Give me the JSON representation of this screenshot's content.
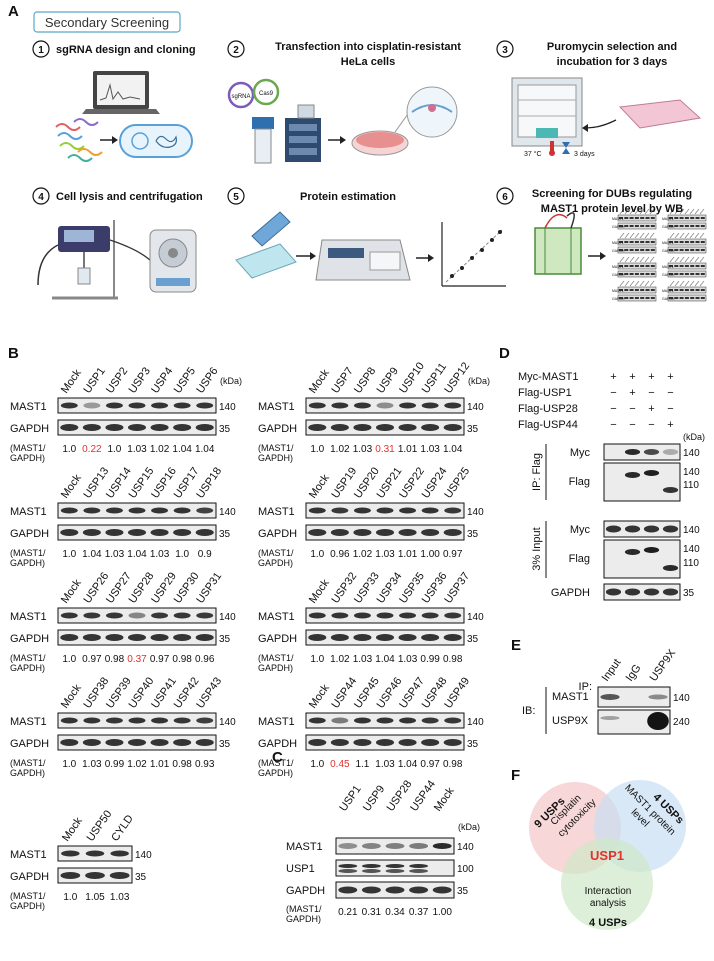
{
  "panels": {
    "A": "A",
    "B": "B",
    "C": "C",
    "D": "D",
    "E": "E",
    "F": "F"
  },
  "panelA": {
    "title": "Secondary Screening",
    "steps": [
      {
        "num": "1",
        "lines": [
          "sgRNA design and cloning"
        ]
      },
      {
        "num": "2",
        "lines": [
          "Transfection into cisplatin-resistant",
          "HeLa cells"
        ]
      },
      {
        "num": "3",
        "lines": [
          "Puromycin selection and",
          "incubation for 3 days"
        ]
      },
      {
        "num": "4",
        "lines": [
          "Cell lysis and centrifugation"
        ]
      },
      {
        "num": "5",
        "lines": [
          "Protein estimation"
        ]
      },
      {
        "num": "6",
        "lines": [
          "Screening for DUBs regulating",
          "MAST1 protein level by WB"
        ]
      }
    ],
    "icon_labels": {
      "sgRNA": "sgRNA",
      "cas9": "Cas9",
      "temp": "37 °C",
      "days": "3 days"
    },
    "wb_row_labels": [
      "MAST1",
      "GAPDH"
    ]
  },
  "panelB": {
    "kda": "(kDa)",
    "row_labels": [
      "MAST1",
      "GAPDH"
    ],
    "ratio_label": [
      "(MAST1/",
      "GAPDH)"
    ],
    "mw": [
      "140",
      "35"
    ],
    "blots": [
      {
        "lanes": [
          "Mock",
          "USP1",
          "USP2",
          "USP3",
          "USP4",
          "USP5",
          "USP6"
        ],
        "ratios": [
          "1.0",
          "0.22",
          "1.0",
          "1.03",
          "1.02",
          "1.04",
          "1.04"
        ],
        "hits": [
          1
        ]
      },
      {
        "lanes": [
          "Mock",
          "USP7",
          "USP8",
          "USP9",
          "USP10",
          "USP11",
          "USP12"
        ],
        "ratios": [
          "1.0",
          "1.02",
          "1.03",
          "0.31",
          "1.01",
          "1.03",
          "1.04"
        ],
        "hits": [
          3
        ]
      },
      {
        "lanes": [
          "Mock",
          "USP13",
          "USP14",
          "USP15",
          "USP16",
          "USP17",
          "USP18"
        ],
        "ratios": [
          "1.0",
          "1.04",
          "1.03",
          "1.04",
          "1.03",
          "1.0",
          "0.9"
        ],
        "hits": []
      },
      {
        "lanes": [
          "Mock",
          "USP19",
          "USP20",
          "USP21",
          "USP22",
          "USP24",
          "USP25"
        ],
        "ratios": [
          "1.0",
          "0.96",
          "1.02",
          "1.03",
          "1.01",
          "1.00",
          "0.97"
        ],
        "hits": []
      },
      {
        "lanes": [
          "Mock",
          "USP26",
          "USP27",
          "USP28",
          "USP29",
          "USP30",
          "USP31"
        ],
        "ratios": [
          "1.0",
          "0.97",
          "0.98",
          "0.37",
          "0.97",
          "0.98",
          "0.96"
        ],
        "hits": [
          3
        ]
      },
      {
        "lanes": [
          "Mock",
          "USP32",
          "USP33",
          "USP34",
          "USP35",
          "USP36",
          "USP37"
        ],
        "ratios": [
          "1.0",
          "1.02",
          "1.03",
          "1.04",
          "1.03",
          "0.99",
          "0.98"
        ],
        "hits": []
      },
      {
        "lanes": [
          "Mock",
          "USP38",
          "USP39",
          "USP40",
          "USP41",
          "USP42",
          "USP43"
        ],
        "ratios": [
          "1.0",
          "1.03",
          "0.99",
          "1.02",
          "1.01",
          "0.98",
          "0.93"
        ],
        "hits": []
      },
      {
        "lanes": [
          "Mock",
          "USP44",
          "USP45",
          "USP46",
          "USP47",
          "USP48",
          "USP49"
        ],
        "ratios": [
          "1.0",
          "0.45",
          "1.1",
          "1.03",
          "1.04",
          "0.97",
          "0.98"
        ],
        "hits": [
          1
        ]
      },
      {
        "lanes": [
          "Mock",
          "USP50",
          "CYLD"
        ],
        "ratios": [
          "1.0",
          "1.05",
          "1.03"
        ],
        "hits": []
      }
    ]
  },
  "panelC": {
    "lanes": [
      "USP1",
      "USP9",
      "USP28",
      "USP44",
      "Mock"
    ],
    "row_labels": [
      "MAST1",
      "USP1",
      "GAPDH"
    ],
    "mw": [
      "140",
      "100",
      "35"
    ],
    "kda": "(kDa)",
    "ratio_label": [
      "(MAST1/",
      "GAPDH)"
    ],
    "ratios": [
      "0.21",
      "0.31",
      "0.34",
      "0.37",
      "1.00"
    ]
  },
  "panelD": {
    "conditions": [
      {
        "label": "Myc-MAST1",
        "signs": [
          "+",
          "+",
          "+",
          "+"
        ]
      },
      {
        "label": "Flag-USP1",
        "signs": [
          "−",
          "+",
          "−",
          "−"
        ]
      },
      {
        "label": "Flag-USP28",
        "signs": [
          "−",
          "−",
          "+",
          "−"
        ]
      },
      {
        "label": "Flag-USP44",
        "signs": [
          "−",
          "−",
          "−",
          "+"
        ]
      }
    ],
    "kda": "(kDa)",
    "ip_label": "IP: Flag",
    "input_label": "3% Input",
    "rows": [
      "Myc",
      "Flag",
      "Myc",
      "Flag",
      "GAPDH"
    ],
    "mw": {
      "ip_myc": "140",
      "ip_flag": [
        "140",
        "110"
      ],
      "in_myc": "140",
      "in_flag": [
        "140",
        "110"
      ],
      "gapdh": "35"
    }
  },
  "panelE": {
    "ip": "IP:",
    "lanes": [
      "Input",
      "IgG",
      "USP9X"
    ],
    "ib": "IB:",
    "rows": [
      "MAST1",
      "USP9X"
    ],
    "mw": [
      "140",
      "240"
    ]
  },
  "panelF": {
    "circles": [
      {
        "count": "9 USPs",
        "lines": [
          "Cisplatin",
          "cytotoxicity"
        ],
        "color": "#f4c6c6"
      },
      {
        "count": "4 USPs",
        "lines": [
          "MAST1 protein",
          "level"
        ],
        "color": "#c9def3"
      },
      {
        "count": "4 USPs",
        "lines": [
          "Interaction",
          "analysis"
        ],
        "color": "#cfe8c9"
      }
    ],
    "center": "USP1"
  }
}
